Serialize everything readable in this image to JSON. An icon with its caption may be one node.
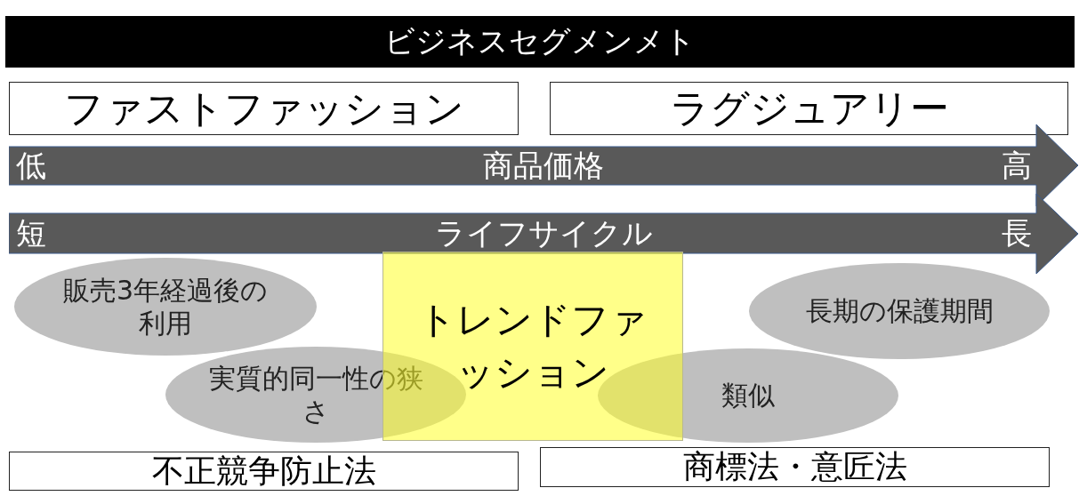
{
  "diagram": {
    "nodes": [
      {
        "text": [
          "ビジネスセグメンメト"
        ]
      },
      {
        "text": [
          "ファストファッション"
        ]
      },
      {
        "text": [
          "ラグジュアリー"
        ]
      },
      {
        "text": [
          "低",
          "商品価格",
          "高"
        ]
      },
      {
        "text": [
          "短",
          "ライフサイクル",
          "長"
        ]
      },
      {
        "text": [
          "販売3年経過後の利用"
        ]
      },
      {
        "text": [
          "実質的同一性の狭さ"
        ]
      },
      {
        "text": [
          "トレンドファッション"
        ]
      },
      {
        "text": [
          "長期の保護期間"
        ]
      },
      {
        "text": [
          "類似"
        ]
      },
      {
        "text": [
          "不正競争防止法"
        ]
      },
      {
        "text": [
          "商標法・意匠法"
        ]
      }
    ],
    "edges": []
  }
}
